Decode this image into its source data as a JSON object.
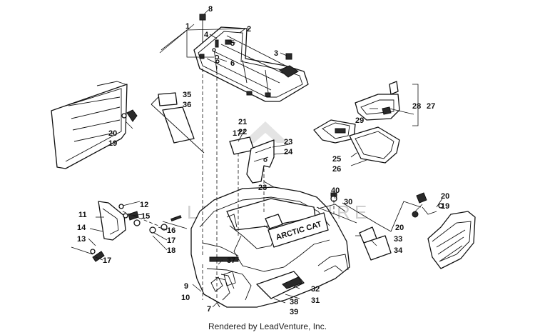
{
  "diagram": {
    "callouts": [
      "1",
      "2",
      "3",
      "4",
      "5",
      "6",
      "7",
      "8",
      "9",
      "10",
      "11",
      "12",
      "13",
      "14",
      "15",
      "16",
      "17",
      "17",
      "17",
      "18",
      "19",
      "19",
      "20",
      "20",
      "20",
      "21",
      "22",
      "23",
      "23",
      "24",
      "25",
      "26",
      "27",
      "28",
      "29",
      "30",
      "31",
      "32",
      "33",
      "34",
      "35",
      "36",
      "37",
      "38",
      "39",
      "40"
    ],
    "hood_lettering": "ARCTIC CAT",
    "watermark": "LEADVENTURE"
  },
  "footer": {
    "credit": "Rendered by LeadVenture, Inc."
  }
}
